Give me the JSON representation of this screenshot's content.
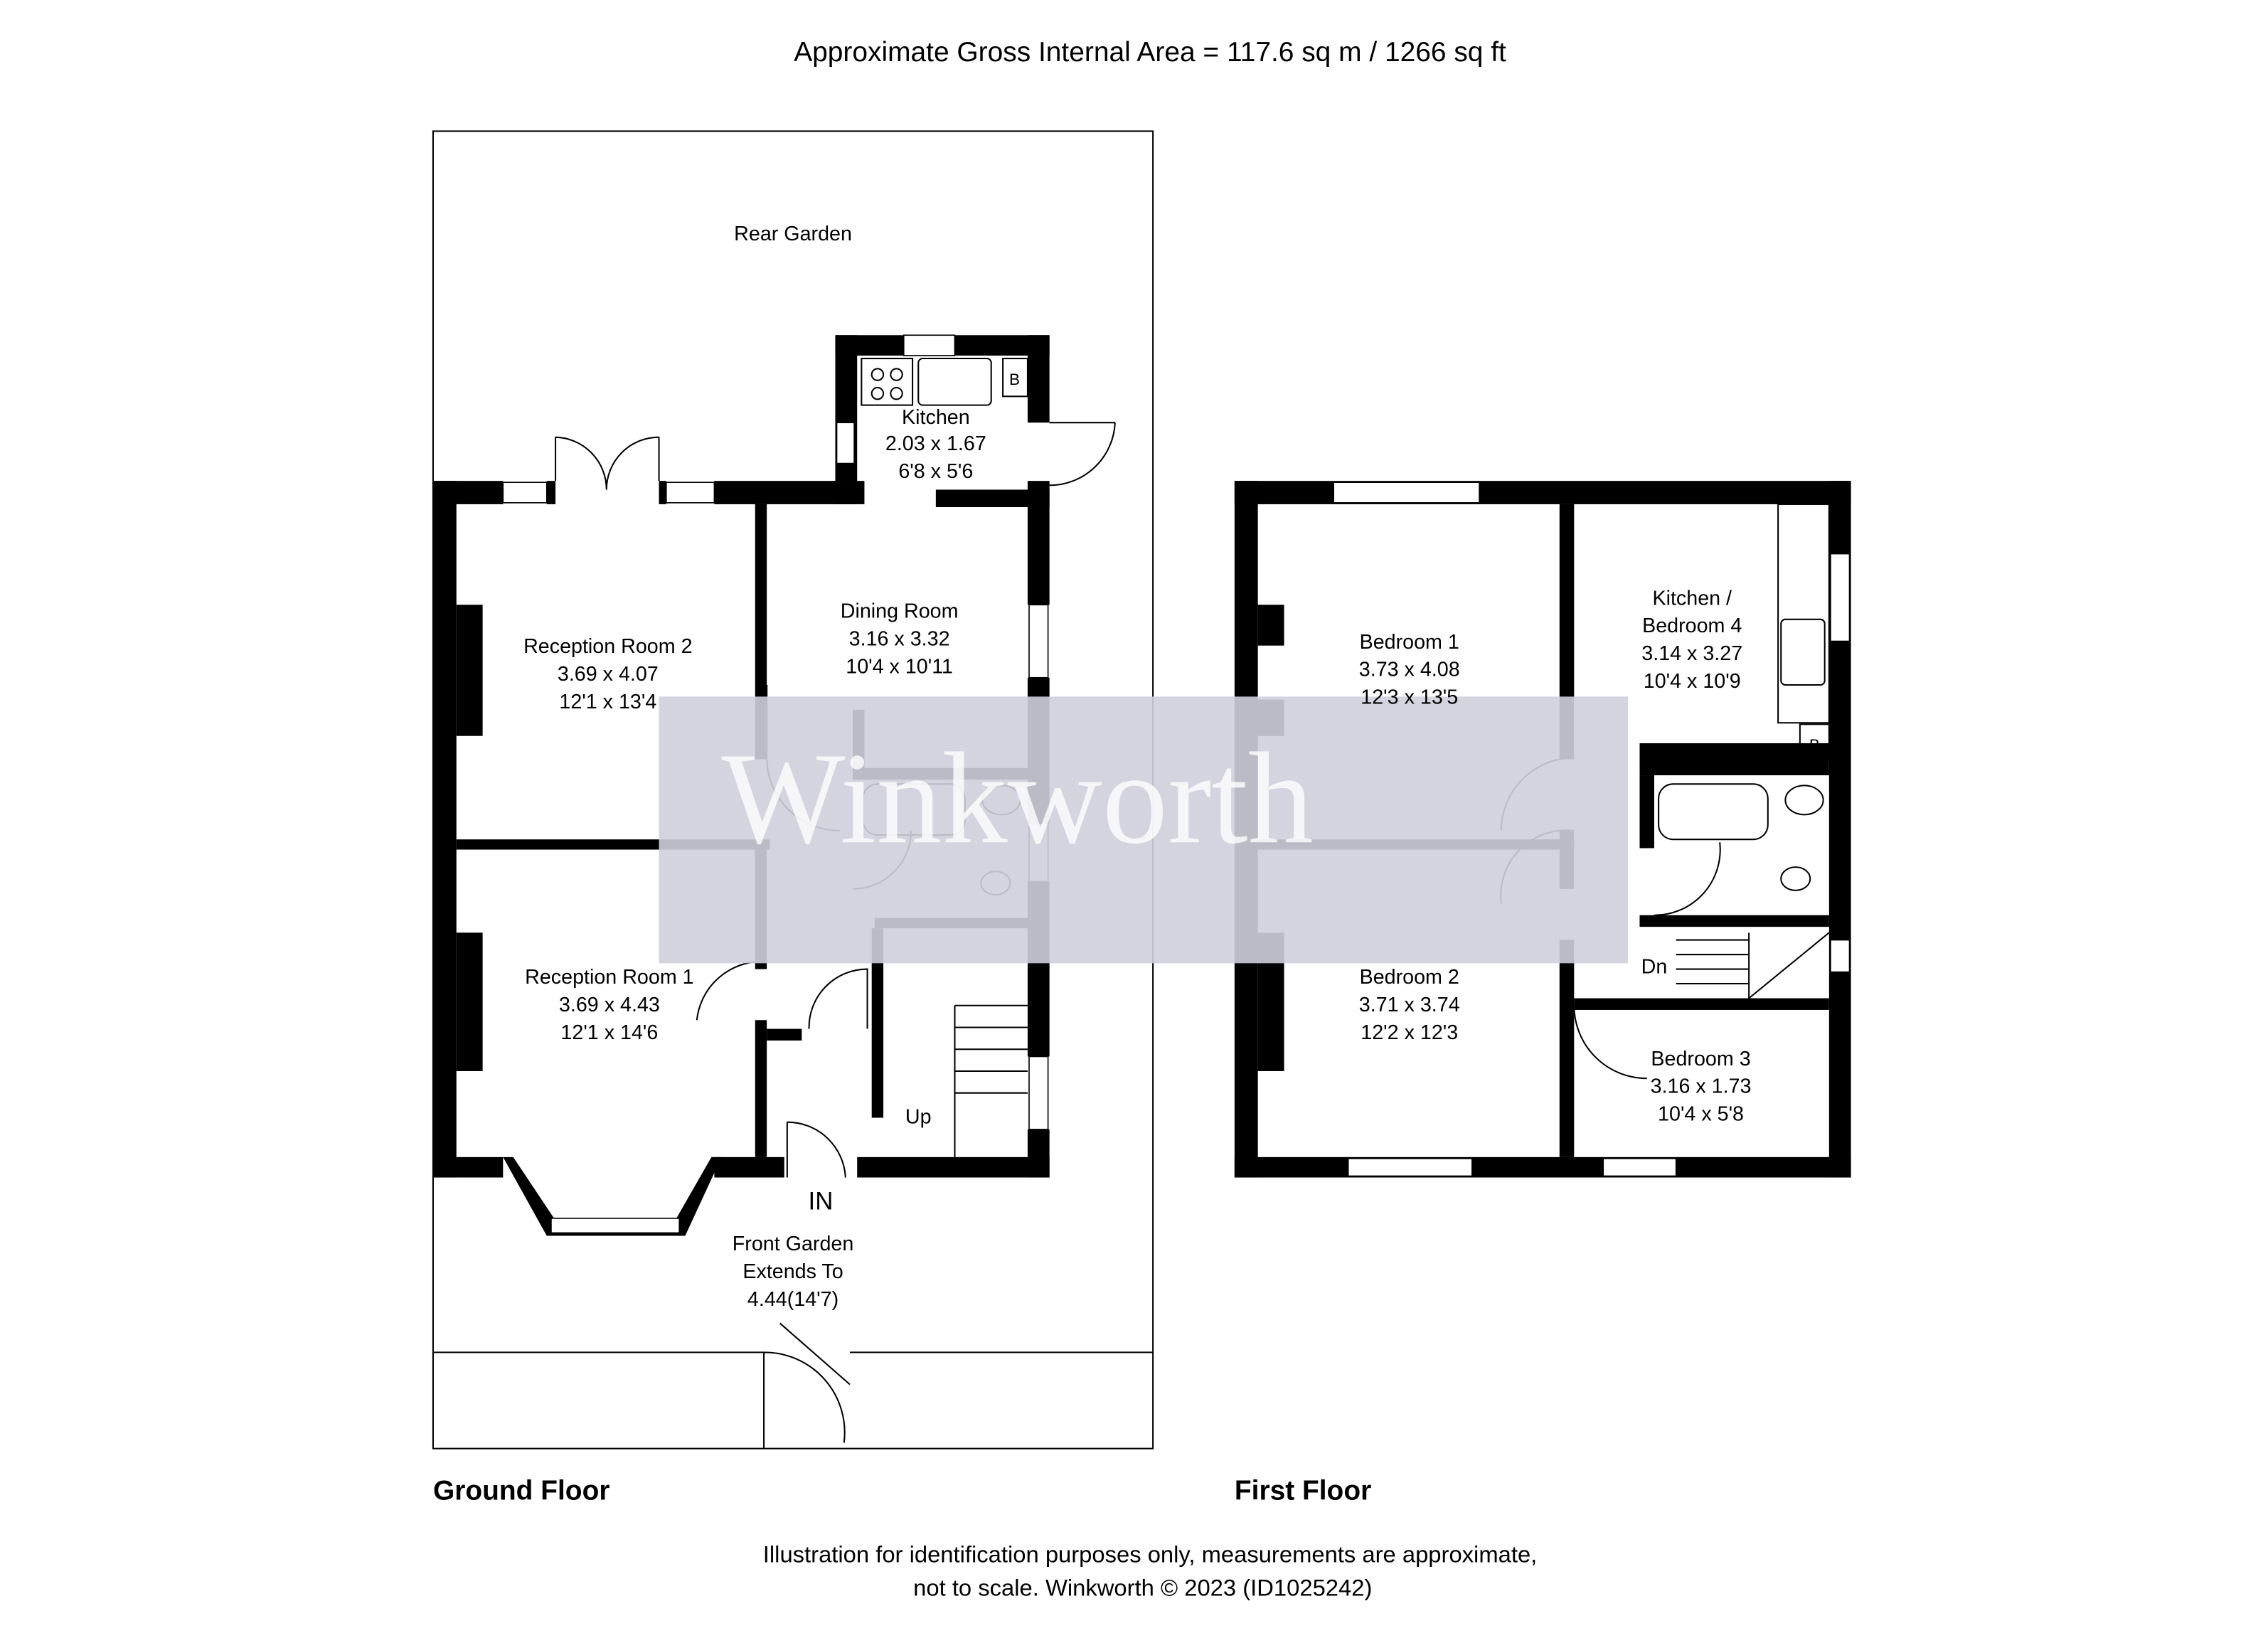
{
  "header": {
    "title": "Approximate Gross Internal Area = 117.6 sq m / 1266 sq ft"
  },
  "watermark": {
    "text": "Winkworth",
    "color": "#cfcfdb"
  },
  "ground_floor": {
    "label": "Ground Floor",
    "rear_garden": "Rear Garden",
    "front_garden": {
      "line1": "Front Garden",
      "line2": "Extends To",
      "line3": "4.44(14'7)"
    },
    "entrance": "IN",
    "stairs": "Up",
    "boiler": "B",
    "rooms": [
      {
        "name": "Kitchen",
        "metric": "2.03 x 1.67",
        "imperial": "6'8 x 5'6"
      },
      {
        "name": "Reception Room 2",
        "metric": "3.69 x 4.07",
        "imperial": "12'1 x 13'4"
      },
      {
        "name": "Dining Room",
        "metric": "3.16 x 3.32",
        "imperial": "10'4 x 10'11"
      },
      {
        "name": "Reception Room 1",
        "metric": "3.69 x 4.43",
        "imperial": "12'1 x 14'6"
      }
    ]
  },
  "first_floor": {
    "label": "First Floor",
    "stairs": "Dn",
    "boiler": "B",
    "rooms": [
      {
        "name": "Bedroom 1",
        "metric": "3.73 x 4.08",
        "imperial": "12'3 x 13'5"
      },
      {
        "name": "Kitchen /",
        "name2": "Bedroom 4",
        "metric": "3.14 x 3.27",
        "imperial": "10'4 x 10'9"
      },
      {
        "name": "Bedroom 2",
        "metric": "3.71 x 3.74",
        "imperial": "12'2 x 12'3"
      },
      {
        "name": "Bedroom 3",
        "metric": "3.16 x 1.73",
        "imperial": "10'4 x 5'8"
      }
    ]
  },
  "footer": {
    "line1": "Illustration for identification purposes only, measurements are approximate,",
    "line2": "not to scale. Winkworth © 2023 (ID1025242)"
  }
}
